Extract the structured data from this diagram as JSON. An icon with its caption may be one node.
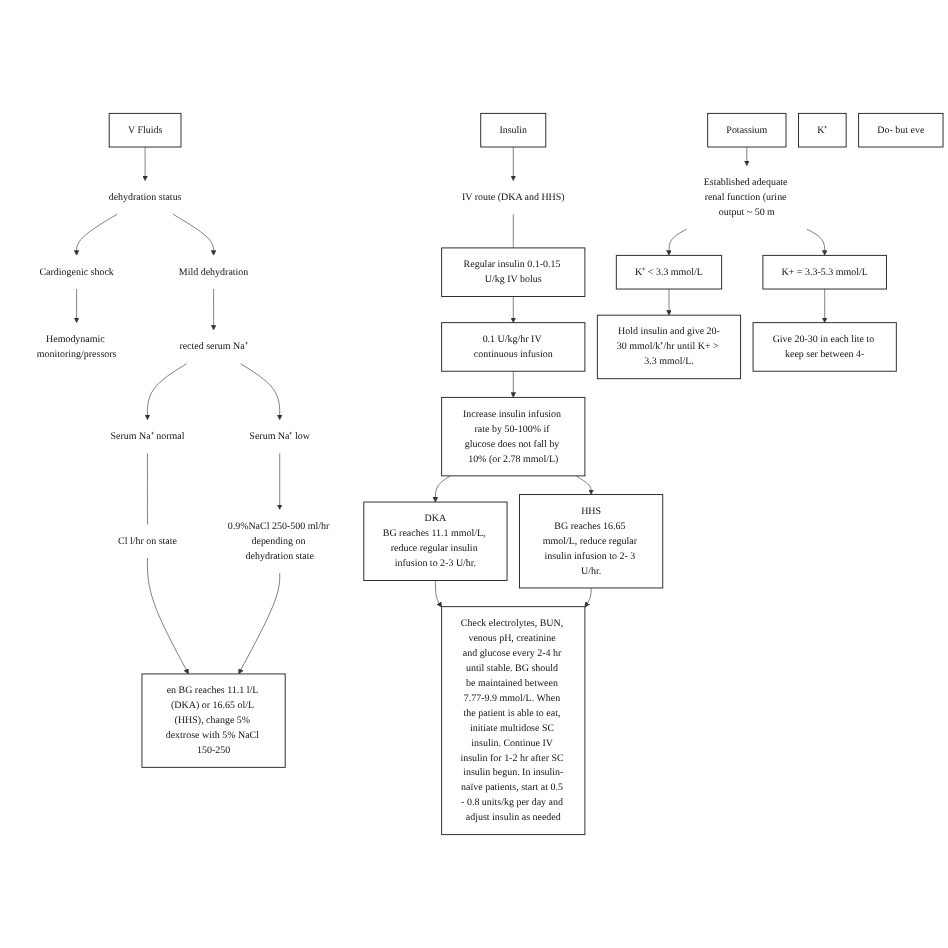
{
  "diagram": {
    "nodes": [
      {
        "text": [
          "V Fluids"
        ]
      },
      {
        "text": [
          "dehydration status"
        ]
      },
      {
        "text": [
          "Mild dehydration"
        ]
      },
      {
        "text": [
          "Cardiogenic shock"
        ]
      },
      {
        "text": [
          "Hemodynamic monitoring/pressors"
        ]
      },
      {
        "text": [
          "rected serum Na⁺"
        ]
      },
      {
        "text": [
          "Serum Na⁺ normal"
        ]
      },
      {
        "text": [
          "Serum Na⁺ low"
        ]
      },
      {
        "text": [
          "Cl l/hr on state"
        ]
      },
      {
        "text": [
          "0.9%NaCl 250-500 ml/hr depending on dehydration state"
        ]
      },
      {
        "text": [
          "en BG reaches 11.1 l/L (DKA) or 16.65 ol/L (HHS), change 5% dextrose with 5% NaCl 150-250"
        ]
      },
      {
        "text": [
          "Insulin"
        ]
      },
      {
        "text": [
          "IV route (DKA and HHS)"
        ]
      },
      {
        "text": [
          "Regular insulin 0.1-0.15 U/kg IV bolus"
        ]
      },
      {
        "text": [
          "0.1 U/kg/hr IV continuous infusion"
        ]
      },
      {
        "text": [
          "Increase insulin infusion rate by 50-100% if glucose does not fall by 10% (or 2.78 mmol/L)"
        ]
      },
      {
        "text": [
          "DKA",
          "BG reaches 11.1 mmol/L, reduce regular insulin infusion to 2-3 U/hr."
        ]
      },
      {
        "text": [
          "HHS",
          "BG reaches 16.65 mmol/L, reduce regular insulin infusion to 2- 3 U/hr."
        ]
      },
      {
        "text": [
          "Check electrolytes, BUN, venous pH, creatinine and glucose every 2-4 hr until stable. BG should be maintained between 7.77-9.9 mmol/L. When the patient is able to eat, initiate multidose SC insulin. Continue IV insulin for 1-2 hr after SC insulin begun. In insulin-naïve patients, start at 0.5 - 0.8 units/kg per day and adjust insulin as needed"
        ]
      },
      {
        "text": [
          "Potassium"
        ]
      },
      {
        "text": [
          "Established adequate renal function (urine output ~ 50 m"
        ]
      },
      {
        "text": [
          "K⁺ < 3.3 mmol/L"
        ]
      },
      {
        "text": [
          "Hold insulin and give 20-30 mmol/k⁺/hr until K+ > 3.3 mmol/L."
        ]
      },
      {
        "text": [
          "K⁺"
        ]
      },
      {
        "text": [
          "Do- but eve"
        ]
      },
      {
        "text": [
          "K+ = 3.3-5.3 mmol/L"
        ]
      },
      {
        "text": [
          "Give 20-30 in each lite to keep ser between 4-"
        ]
      }
    ],
    "edges": [
      {
        "from": 0,
        "to": 1,
        "arrow": "to"
      },
      {
        "from": 1,
        "to": 2,
        "arrow": "to"
      },
      {
        "from": 1,
        "to": 3,
        "arrow": "to"
      },
      {
        "from": 3,
        "to": 4,
        "arrow": "to"
      },
      {
        "from": 2,
        "to": 5,
        "arrow": "to"
      },
      {
        "from": 5,
        "to": 6,
        "arrow": "to"
      },
      {
        "from": 5,
        "to": 7,
        "arrow": "to"
      },
      {
        "from": 6,
        "to": 8,
        "arrow": "none"
      },
      {
        "from": 7,
        "to": 9,
        "arrow": "to"
      },
      {
        "from": 8,
        "to": 10,
        "arrow": "to"
      },
      {
        "from": 9,
        "to": 10,
        "arrow": "to"
      },
      {
        "from": 11,
        "to": 12,
        "arrow": "to"
      },
      {
        "from": 12,
        "to": 13,
        "arrow": "none"
      },
      {
        "from": 13,
        "to": 14,
        "arrow": "to"
      },
      {
        "from": 14,
        "to": 15,
        "arrow": "to"
      },
      {
        "from": 15,
        "to": 16,
        "arrow": "to"
      },
      {
        "from": 15,
        "to": 17,
        "arrow": "to"
      },
      {
        "from": 16,
        "to": 18,
        "arrow": "to"
      },
      {
        "from": 17,
        "to": 18,
        "arrow": "to"
      },
      {
        "from": 19,
        "to": 20,
        "arrow": "to"
      },
      {
        "from": 20,
        "to": 21,
        "arrow": "to"
      },
      {
        "from": 20,
        "to": 25,
        "arrow": "to"
      },
      {
        "from": 21,
        "to": 22,
        "arrow": "to"
      },
      {
        "from": 25,
        "to": 26,
        "arrow": "to"
      }
    ]
  }
}
